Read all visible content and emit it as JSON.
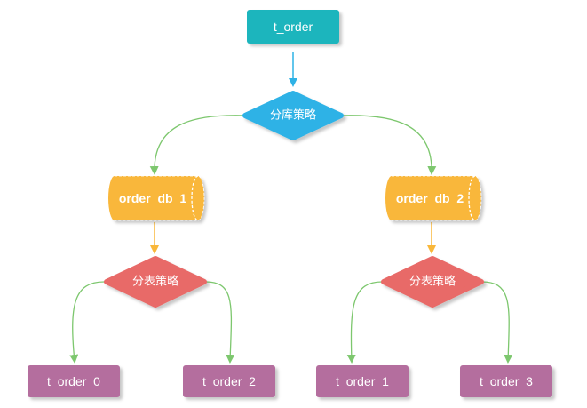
{
  "colors": {
    "source_table": "#1fb5bd",
    "db_strategy": "#2eb2e6",
    "database": "#f9b73a",
    "table_strategy": "#e86a67",
    "shard_table": "#b46e9e",
    "arrow_primary": "#2eb2e6",
    "arrow_branch": "#7dc76e",
    "arrow_db": "#f9b73a"
  },
  "nodes": {
    "source_table": "t_order",
    "db_strategy": "分库策略",
    "db_1": "order_db_1",
    "db_2": "order_db_2",
    "table_strategy_1": "分表策略",
    "table_strategy_2": "分表策略",
    "table_0": "t_order_0",
    "table_2": "t_order_2",
    "table_1": "t_order_1",
    "table_3": "t_order_3"
  }
}
